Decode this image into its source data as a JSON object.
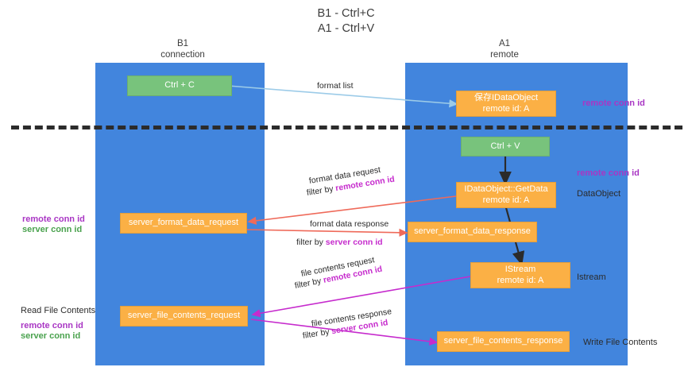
{
  "title": {
    "line1": "B1 - Ctrl+C",
    "line2": "A1 - Ctrl+V"
  },
  "lanes": [
    {
      "id": "b1",
      "line1": "B1",
      "line2": "connection",
      "color": "#4285dd"
    },
    {
      "id": "a1",
      "line1": "A1",
      "line2": "remote",
      "color": "#4285dd"
    }
  ],
  "colors": {
    "lane": "#4285dd",
    "green_box": "#78c37c",
    "orange_box": "#fbb045",
    "purple_label": "#a936c4",
    "green_label": "#4aa24e",
    "black_label": "#2b2b2b",
    "edge_blue": "#9ccbe8",
    "edge_red": "#ef6a5a",
    "edge_magenta": "#c62bcd",
    "edge_black": "#2b2b2b",
    "divider": "#2b2b2b"
  },
  "boxes": [
    {
      "id": "ctrl-c",
      "label": "Ctrl + C",
      "sub": "",
      "kind": "green"
    },
    {
      "id": "save-idataobject",
      "label": "保存IDataObject",
      "sub": "remote id: A",
      "kind": "orange"
    },
    {
      "id": "ctrl-v",
      "label": "Ctrl + V",
      "sub": "",
      "kind": "green"
    },
    {
      "id": "idataobject-getdata",
      "label": "IDataObject::GetData",
      "sub": "remote id: A",
      "kind": "orange"
    },
    {
      "id": "server-format-data-request",
      "label": "server_format_data_request",
      "sub": "",
      "kind": "orange"
    },
    {
      "id": "server-format-data-response",
      "label": "server_format_data_response",
      "sub": "",
      "kind": "orange"
    },
    {
      "id": "istream",
      "label": "IStream",
      "sub": "remote id: A",
      "kind": "orange"
    },
    {
      "id": "server-file-contents-request",
      "label": "server_file_contents_request",
      "sub": "",
      "kind": "orange"
    },
    {
      "id": "server-file-contents-response",
      "label": "server_file_contents_response",
      "sub": "",
      "kind": "orange"
    }
  ],
  "annotations": {
    "right": [
      {
        "id": "remote-conn-id-top",
        "text": "remote conn id",
        "style": "purple"
      },
      {
        "id": "remote-conn-id-mid",
        "text": "remote conn id",
        "style": "purple"
      },
      {
        "id": "dataobject",
        "text": "DataObject",
        "style": "black"
      },
      {
        "id": "istream-label",
        "text": "Istream",
        "style": "black"
      },
      {
        "id": "write-file-contents",
        "text": "Write File Contents",
        "style": "black"
      }
    ],
    "left": [
      {
        "id": "left-remote-conn-id-1",
        "text": "remote conn id",
        "style": "purple"
      },
      {
        "id": "left-server-conn-id-1",
        "text": "server conn id",
        "style": "green"
      },
      {
        "id": "read-file-contents",
        "text": "Read File Contents",
        "style": "black"
      },
      {
        "id": "left-remote-conn-id-2",
        "text": "remote conn id",
        "style": "purple"
      },
      {
        "id": "left-server-conn-id-2",
        "text": "server conn id",
        "style": "green"
      }
    ]
  },
  "edges": [
    {
      "id": "format-list",
      "label": "format list",
      "filter_prefix": "",
      "filter_value": "",
      "color": "#9ccbe8"
    },
    {
      "id": "format-data-request",
      "label": "format data request",
      "filter_prefix": "filter by ",
      "filter_value": "remote conn id",
      "color": "#ef6a5a"
    },
    {
      "id": "format-data-response",
      "label": "format data response",
      "filter_prefix": "filter by ",
      "filter_value": "server conn id",
      "color": "#ef6a5a"
    },
    {
      "id": "file-contents-request",
      "label": "file contents request",
      "filter_prefix": "filter by ",
      "filter_value": "remote conn id",
      "color": "#c62bcd"
    },
    {
      "id": "file-contents-response",
      "label": "file contents response",
      "filter_prefix": "filter by ",
      "filter_value": "server conn id",
      "color": "#c62bcd"
    }
  ]
}
